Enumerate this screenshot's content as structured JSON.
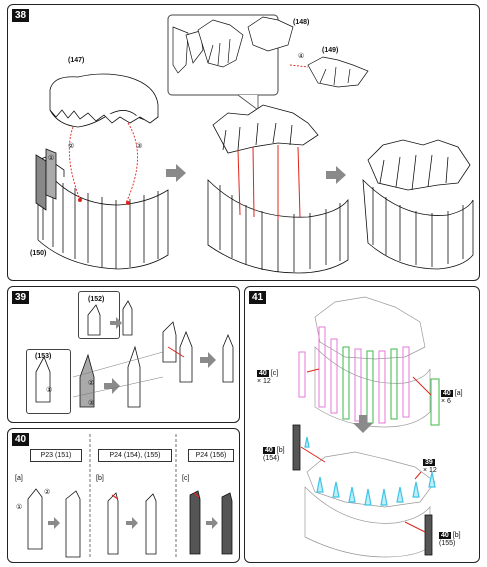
{
  "steps": {
    "s38": {
      "badge": "38",
      "labels": {
        "p147": "(147)",
        "p148": "(148)",
        "p149": "(149)",
        "p150": "(150)"
      },
      "circled": [
        "①",
        "②",
        "③",
        "④"
      ]
    },
    "s39": {
      "badge": "39",
      "labels": {
        "p152": "(152)",
        "p153": "(153)"
      },
      "circled": [
        "①",
        "②",
        "③"
      ]
    },
    "s40": {
      "badge": "40",
      "refs": [
        "P23 (151)",
        "P24 (154), (155)",
        "P24 (156)"
      ],
      "sub": [
        "[a]",
        "[b]",
        "[c]"
      ],
      "circled": [
        "①",
        "②"
      ]
    },
    "s41": {
      "badge": "41",
      "tags": {
        "c": {
          "num": "40",
          "id": "[c]",
          "qty": "× 12"
        },
        "a": {
          "num": "40",
          "id": "[a]",
          "qty": "× 6"
        },
        "b1": {
          "num": "40",
          "id": "[b]",
          "part": "(154)"
        },
        "n39": {
          "num": "39",
          "qty": "× 12"
        },
        "b2": {
          "num": "40",
          "id": "[b]",
          "part": "(155)"
        }
      }
    }
  },
  "colors": {
    "red": "#e0241b",
    "pink": "#e57ad8",
    "green": "#3fb84a",
    "cyan": "#3ec5e6",
    "arrow": "#8a8a8a"
  }
}
